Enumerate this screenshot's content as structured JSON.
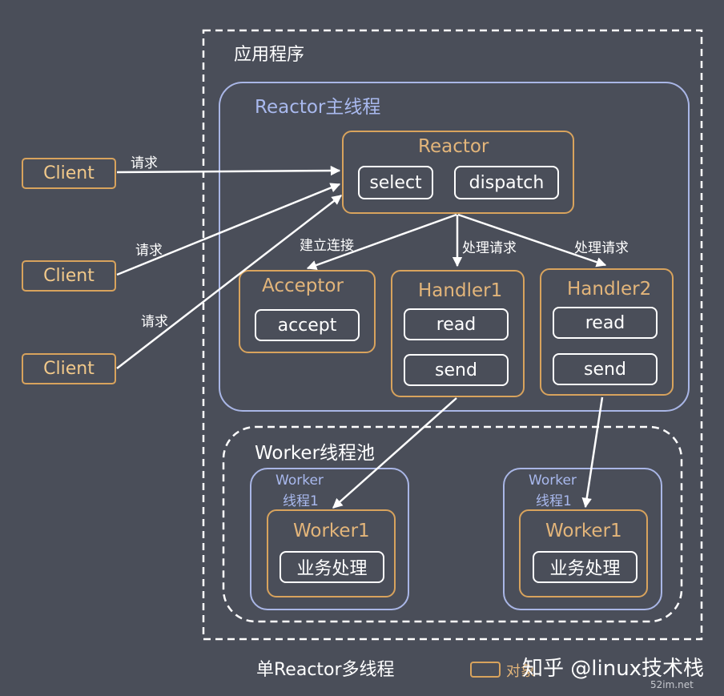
{
  "app_label": "应用程序",
  "reactor_thread": {
    "title": "Reactor主线程",
    "reactor": {
      "title": "Reactor",
      "select": "select",
      "dispatch": "dispatch"
    },
    "acceptor": {
      "title": "Acceptor",
      "action": "accept"
    },
    "handler1": {
      "title": "Handler1",
      "read": "read",
      "send": "send"
    },
    "handler2": {
      "title": "Handler2",
      "read": "read",
      "send": "send"
    }
  },
  "edges": {
    "request1": "请求",
    "request2": "请求",
    "request3": "请求",
    "connect": "建立连接",
    "handle1": "处理请求",
    "handle2": "处理请求"
  },
  "clients": [
    "Client",
    "Client",
    "Client"
  ],
  "worker_pool": {
    "title": "Worker线程池",
    "threads": [
      {
        "label_line1": "Worker",
        "label_line2": "线程1",
        "worker": "Worker1",
        "task": "业务处理"
      },
      {
        "label_line1": "Worker",
        "label_line2": "线程1",
        "worker": "Worker1",
        "task": "业务处理"
      }
    ]
  },
  "caption": "单Reactor多线程",
  "legend": {
    "object_label": "对象"
  },
  "watermark": {
    "zhihu": "知乎 @linux技术栈",
    "site": "52im.net"
  },
  "colors": {
    "background": "#4a4e59",
    "object_border": "#d8a35d",
    "thread_border": "#a9b6e6",
    "text_gold": "#e3b57a",
    "white": "#ffffff"
  }
}
